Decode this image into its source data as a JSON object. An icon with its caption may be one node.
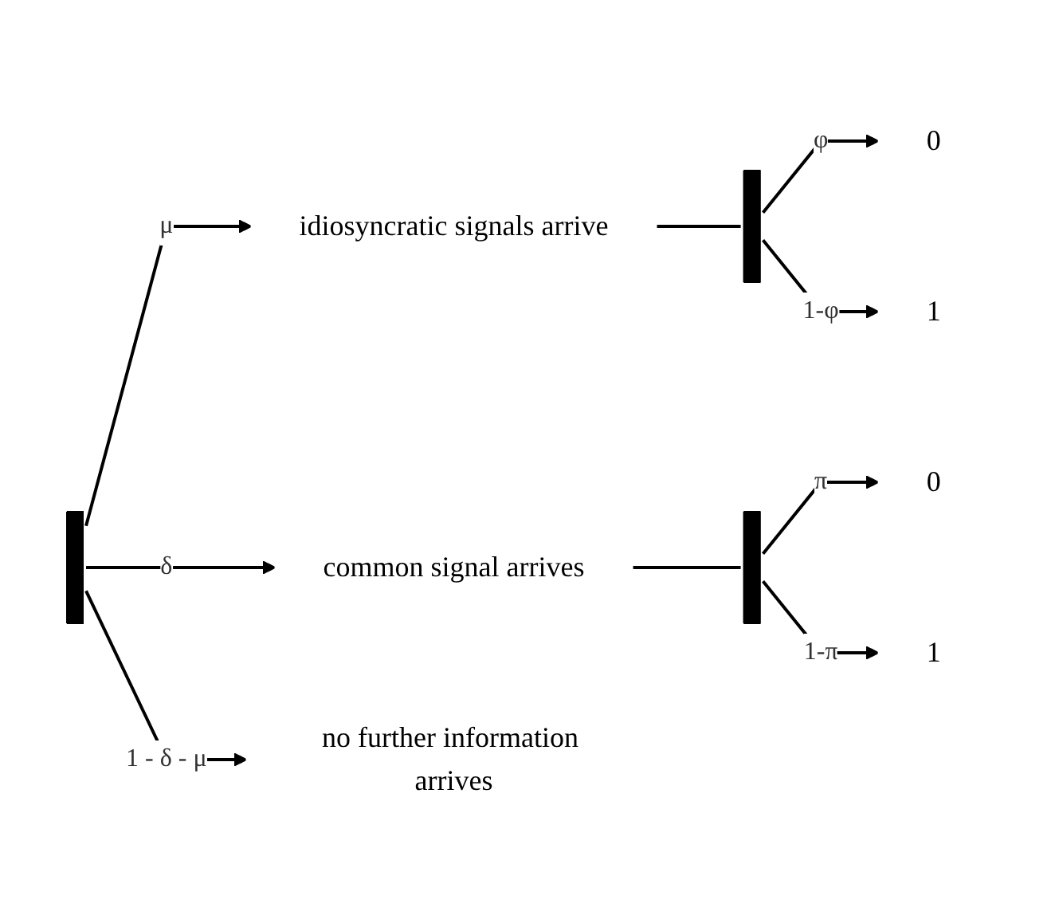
{
  "diagram": {
    "nodes": [
      {
        "text": [],
        "shape": "bar"
      },
      {
        "text": [
          "idiosyncratic signals arrive"
        ]
      },
      {
        "text": [],
        "shape": "bar"
      },
      {
        "text": [
          "0"
        ]
      },
      {
        "text": [
          "1"
        ]
      },
      {
        "text": [
          "common signal arrives"
        ]
      },
      {
        "text": [],
        "shape": "bar"
      },
      {
        "text": [
          "0"
        ]
      },
      {
        "text": [
          "1"
        ]
      },
      {
        "text": [
          "no further information arrives"
        ]
      }
    ],
    "edges": [
      {
        "from": 0,
        "to": 1,
        "arrow": "to",
        "label": "μ"
      },
      {
        "from": 1,
        "to": 2,
        "arrow": "none"
      },
      {
        "from": 2,
        "to": 3,
        "arrow": "to",
        "label": "φ"
      },
      {
        "from": 2,
        "to": 4,
        "arrow": "to",
        "label": "1-φ"
      },
      {
        "from": 0,
        "to": 5,
        "arrow": "to",
        "label": "δ"
      },
      {
        "from": 5,
        "to": 6,
        "arrow": "none"
      },
      {
        "from": 6,
        "to": 7,
        "arrow": "to",
        "label": "π"
      },
      {
        "from": 6,
        "to": 8,
        "arrow": "to",
        "label": "1-π"
      },
      {
        "from": 0,
        "to": 9,
        "arrow": "to",
        "label": "1 - δ - μ"
      }
    ]
  }
}
